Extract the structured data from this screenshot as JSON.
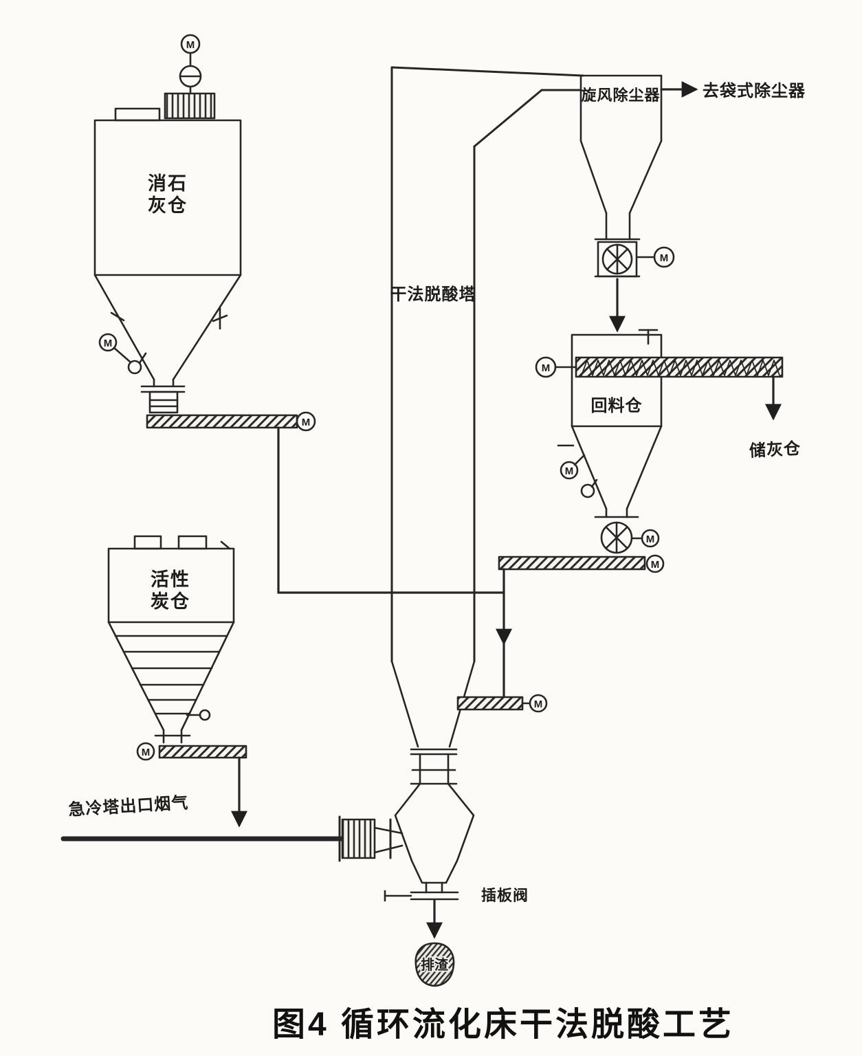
{
  "figure": {
    "caption": "图4 循环流化床干法脱酸工艺"
  },
  "equipment": {
    "lime_silo": {
      "line1": "消石",
      "line2": "灰仓"
    },
    "tower": {
      "label": "干法脱酸塔"
    },
    "cyclone": {
      "label": "旋风除尘器"
    },
    "bag_filter": {
      "label": "去袋式除尘器"
    },
    "return_silo": {
      "label": "回料仓"
    },
    "ash_silo": {
      "label": "储灰仓"
    },
    "carbon_silo": {
      "line1": "活性",
      "line2": "炭仓"
    },
    "flue_gas": {
      "label": "急冷塔出口烟气"
    },
    "slide_valve": {
      "label": "插板阀"
    },
    "slag": {
      "label": "排渣"
    },
    "motor_symbol": "M"
  },
  "style": {
    "ink_color": "#262626",
    "paper_color": "#fcfbf8"
  }
}
